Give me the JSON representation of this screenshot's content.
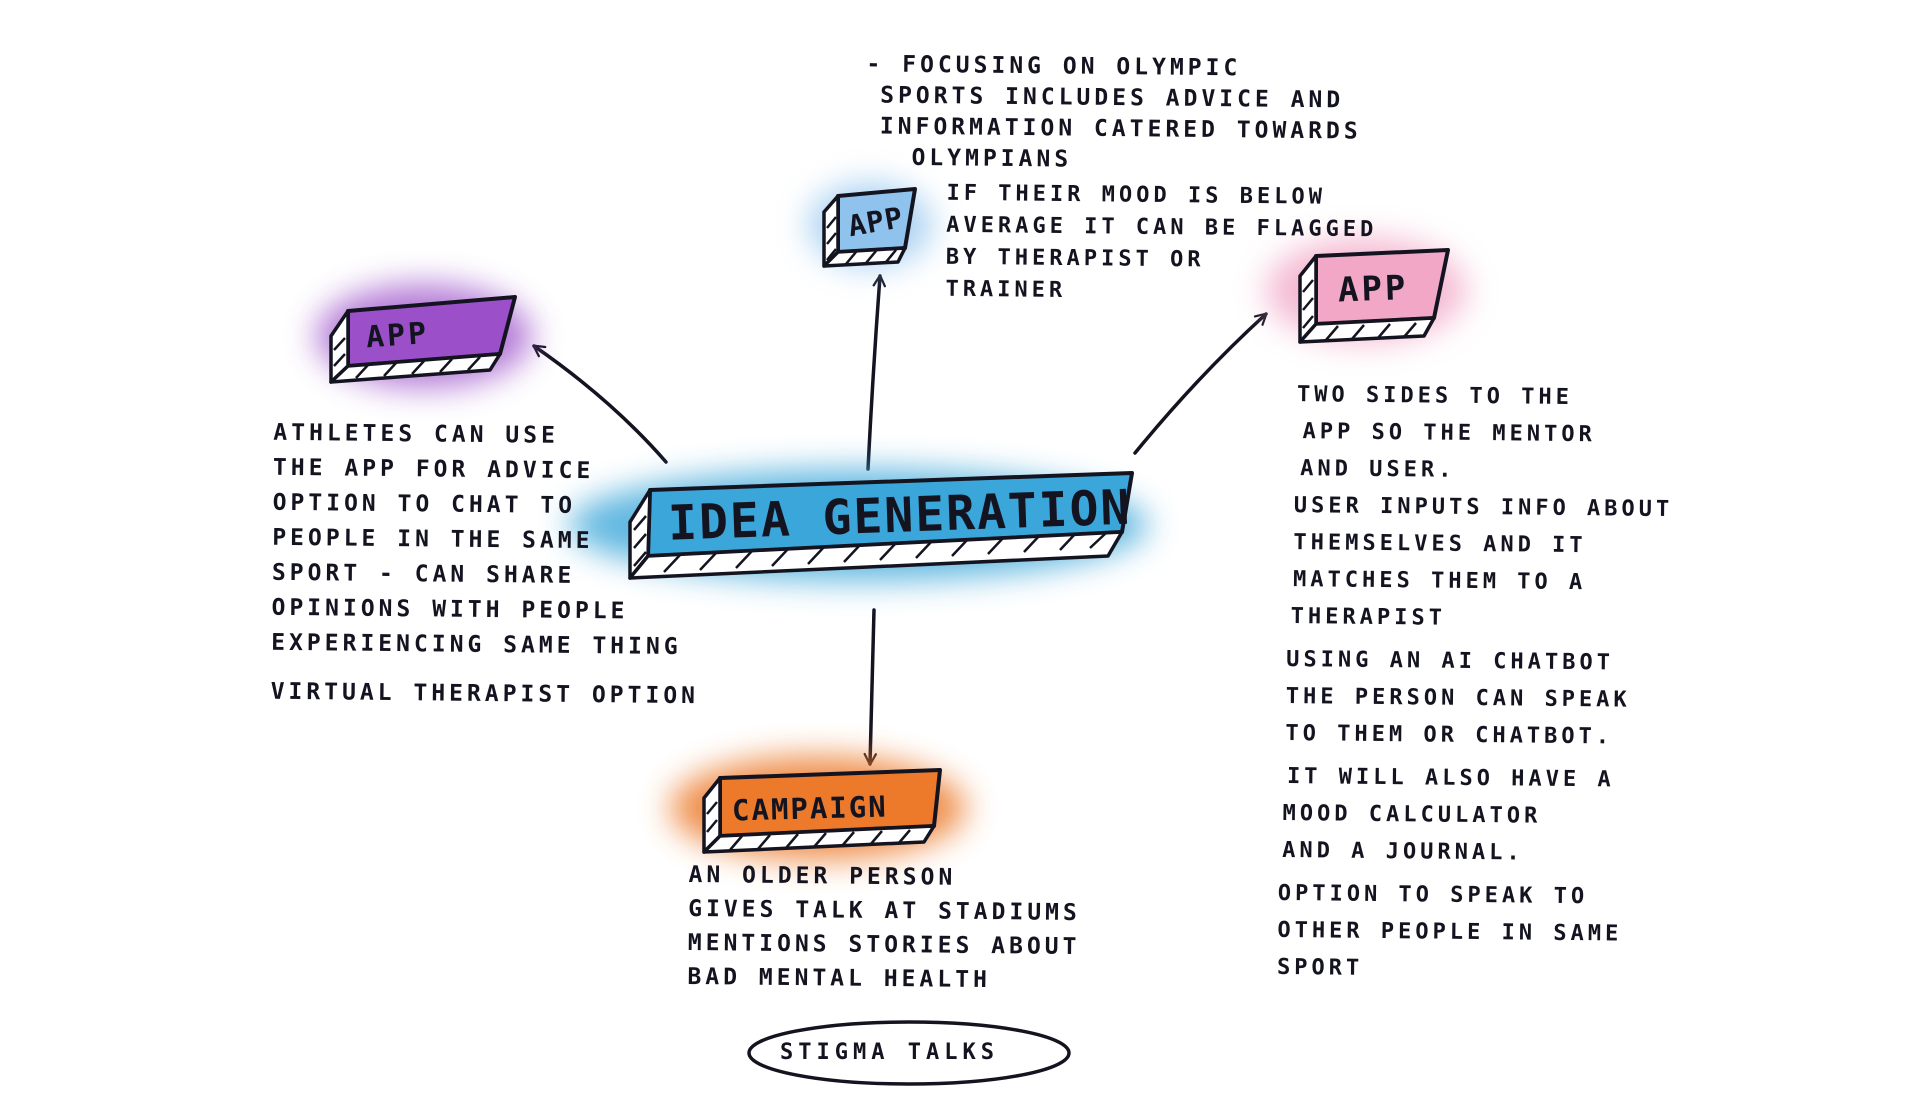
{
  "center": {
    "label": "IDEA GENERATION",
    "color": "#3aa6d9"
  },
  "nodes": [
    {
      "id": "app-left",
      "label": "APP",
      "color": "#9b4fc9"
    },
    {
      "id": "app-top",
      "label": "APP",
      "color": "#8fc3ee"
    },
    {
      "id": "app-right",
      "label": "APP",
      "color": "#f2a7c6"
    },
    {
      "id": "campaign",
      "label": "CAMPAIGN",
      "color": "#ec7a2a"
    }
  ],
  "notes": {
    "left": [
      "ATHLETES CAN USE",
      "THE APP FOR ADVICE",
      "OPTION TO CHAT TO",
      "PEOPLE  IN THE SAME",
      "SPORT - CAN SHARE",
      "OPINIONS WITH PEOPLE",
      "EXPERIENCING SAME THING",
      "VIRTUAL THERAPIST OPTION"
    ],
    "top_a": [
      "- FOCUSING ON OLYMPIC",
      "SPORTS INCLUDES ADVICE AND",
      "INFORMATION CATERED TOWARDS",
      "OLYMPIANS"
    ],
    "top_b": [
      "IF THEIR MOOD IS BELOW",
      "AVERAGE IT CAN BE FLAGGED",
      "BY THERAPIST OR",
      "TRAINER"
    ],
    "right": [
      "TWO SIDES TO THE",
      "APP SO THE MENTOR",
      "AND USER.",
      "USER INPUTS INFO ABOUT",
      "THEMSELVES AND IT",
      "MATCHES THEM TO A",
      "THERAPIST",
      "USING AN AI CHATBOT",
      "THE PERSON CAN SPEAK",
      "TO THEM OR CHATBOT.",
      "IT WILL ALSO HAVE A",
      "MOOD CALCULATOR",
      "AND A JOURNAL.",
      "OPTION TO SPEAK TO",
      "OTHER PEOPLE IN SAME",
      "SPORT"
    ],
    "bottom": [
      "AN OLDER PERSON",
      "GIVES TALK AT STADIUMS",
      "MENTIONS STORIES ABOUT",
      "BAD MENTAL HEALTH"
    ]
  },
  "stigma": {
    "label": "STIGMA TALKS"
  }
}
